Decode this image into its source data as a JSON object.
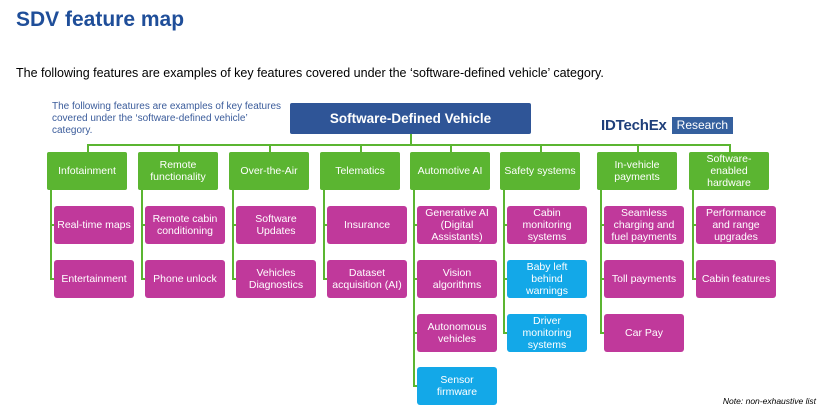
{
  "title": "SDV feature map",
  "subtitle": "The following features are examples of key features covered under the ‘software-defined vehicle’ category.",
  "inset_note": "The following features are examples of key features covered under the ‘software-defined vehicle’ category.",
  "root": "Software-Defined Vehicle",
  "logo": {
    "main": "IDTechEx",
    "box": "Research"
  },
  "colors": {
    "root": "#2f5597",
    "category": "#5bb531",
    "feature": "#c0399b",
    "feature_alt": "#13a8e8",
    "connector": "#5bb531"
  },
  "categories": [
    {
      "label": "Infotainment",
      "items": [
        {
          "label": "Real-time maps",
          "color": "pink"
        },
        {
          "label": "Entertainment",
          "color": "pink"
        }
      ]
    },
    {
      "label": "Remote functionality",
      "items": [
        {
          "label": "Remote cabin conditioning",
          "color": "pink"
        },
        {
          "label": "Phone unlock",
          "color": "pink"
        }
      ]
    },
    {
      "label": "Over-the-Air",
      "items": [
        {
          "label": "Software Updates",
          "color": "pink"
        },
        {
          "label": "Vehicles Diagnostics",
          "color": "pink"
        }
      ]
    },
    {
      "label": "Telematics",
      "items": [
        {
          "label": "Insurance",
          "color": "pink"
        },
        {
          "label": "Dataset acquisition (AI)",
          "color": "pink"
        }
      ]
    },
    {
      "label": "Automotive AI",
      "items": [
        {
          "label": "Generative AI (Digital Assistants)",
          "color": "pink"
        },
        {
          "label": "Vision algorithms",
          "color": "pink"
        },
        {
          "label": "Autonomous vehicles",
          "color": "pink"
        },
        {
          "label": "Sensor firmware",
          "color": "blue"
        }
      ]
    },
    {
      "label": "Safety systems",
      "items": [
        {
          "label": "Cabin monitoring systems",
          "color": "pink"
        },
        {
          "label": "Baby left behind warnings",
          "color": "blue"
        },
        {
          "label": "Driver monitoring systems",
          "color": "blue"
        }
      ]
    },
    {
      "label": "In-vehicle payments",
      "items": [
        {
          "label": "Seamless charging and fuel payments",
          "color": "pink"
        },
        {
          "label": "Toll payments",
          "color": "pink"
        },
        {
          "label": "Car Pay",
          "color": "pink"
        }
      ]
    },
    {
      "label": "Software-enabled hardware",
      "items": [
        {
          "label": "Performance and range upgrades",
          "color": "pink"
        },
        {
          "label": "Cabin features",
          "color": "pink"
        }
      ]
    }
  ],
  "footnote": "Note: non-exhaustive list"
}
